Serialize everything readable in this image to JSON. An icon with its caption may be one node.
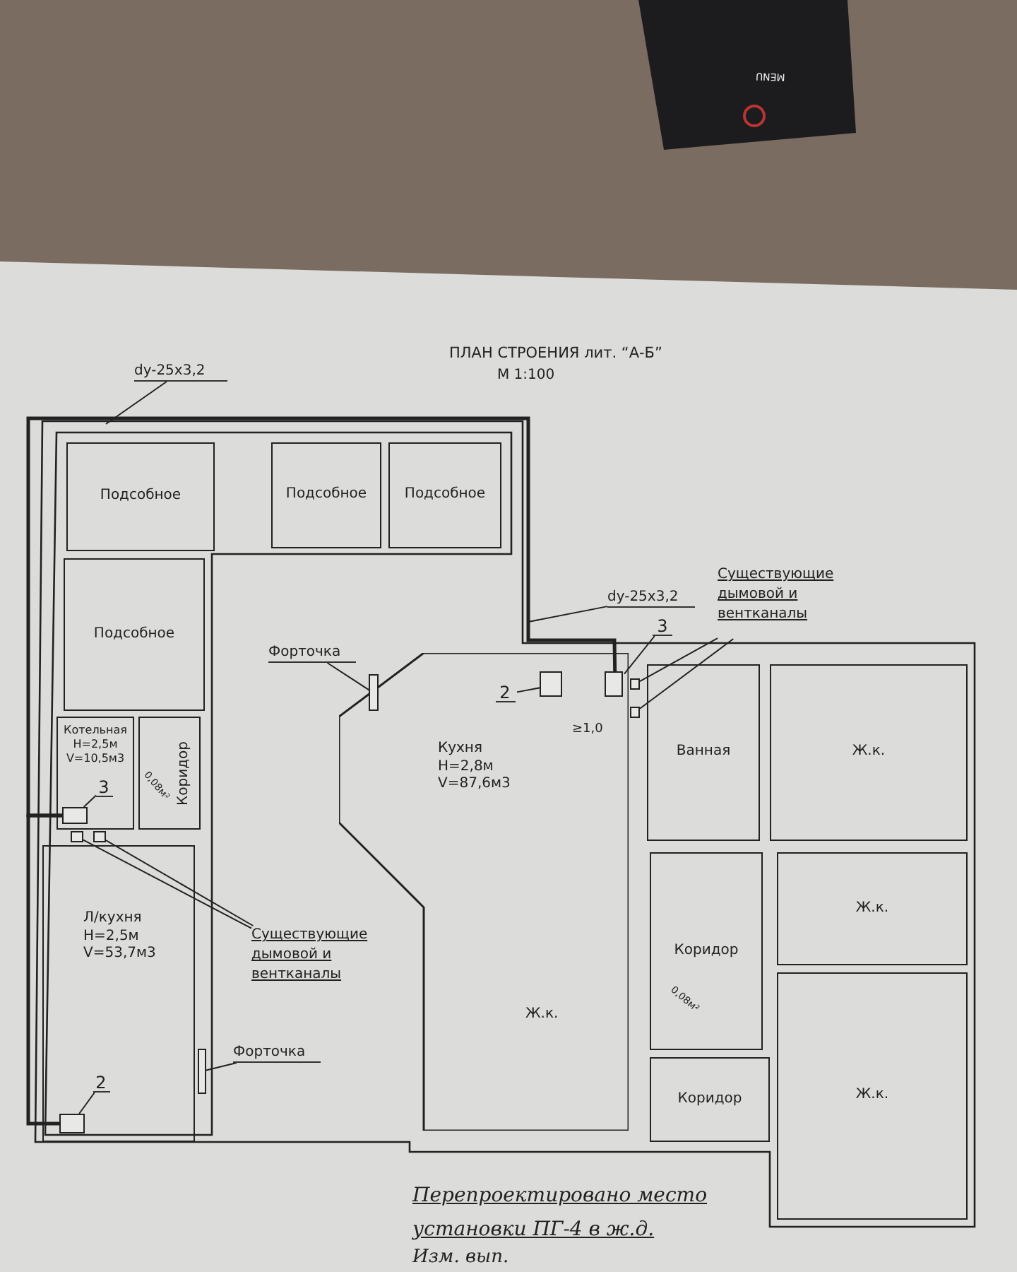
{
  "diagram": {
    "title": "ПЛАН СТРОЕНИЯ лит. “А-Б”",
    "nodes": [
      {
        "text": [
          "Подсобное"
        ]
      },
      {
        "text": [
          "Подсобное"
        ]
      },
      {
        "text": [
          "Подсобное"
        ]
      },
      {
        "text": [
          "dy-25x3,2"
        ]
      },
      {
        "text": [
          "Подсобное"
        ]
      },
      {
        "text": [
          "Существующие дымовой и вентканалы"
        ]
      },
      {
        "text": [
          "dy-25x3,2"
        ]
      },
      {
        "text": [
          "3"
        ]
      },
      {
        "text": [
          "Форточка"
        ]
      },
      {
        "text": [
          "2"
        ],
        "in": 10
      },
      {
        "text": [
          "Кухня",
          "H=2,8м",
          "V=87,6м3"
        ]
      },
      {
        "text": [],
        "shape": "box",
        "in": 10
      },
      {
        "text": [],
        "shape": "box",
        "in": 10
      },
      {
        "text": [],
        "shape": "box",
        "in": 10
      },
      {
        "text": [],
        "shape": "box"
      },
      {
        "text": [],
        "shape": "box"
      },
      {
        "text": [
          "Ванная"
        ]
      },
      {
        "text": [
          "Ж.к."
        ]
      },
      {
        "text": [
          "Котельная",
          "H=2,5м",
          "V=10,5м3"
        ]
      },
      {
        "text": [
          "Коридор"
        ]
      },
      {
        "text": [],
        "shape": "box",
        "in": 18
      },
      {
        "text": [
          "3"
        ],
        "in": 18
      },
      {
        "text": [],
        "shape": "box"
      },
      {
        "text": [],
        "shape": "box"
      },
      {
        "text": [
          "Л/кухня",
          "H=2,5м",
          "V=53,7м3"
        ]
      },
      {
        "text": [
          "Существующие дымовой и вентканалы"
        ]
      },
      {
        "text": [
          "Коридор"
        ]
      },
      {
        "text": [
          "Ж.к."
        ]
      },
      {
        "text": [
          "Форточка"
        ]
      },
      {
        "text": [],
        "shape": "box",
        "in": 24
      },
      {
        "text": [
          "2"
        ],
        "in": 24
      },
      {
        "text": [
          "Коридор"
        ]
      },
      {
        "text": [
          "Ж.к."
        ]
      },
      {
        "text": [],
        "shape": "box"
      }
    ],
    "edges": [
      {
        "from": 3,
        "to": null,
        "arrow": "none"
      },
      {
        "from": 6,
        "to": null,
        "arrow": "none"
      },
      {
        "from": 8,
        "to": 11,
        "arrow": "none"
      },
      {
        "from": 9,
        "to": 12,
        "arrow": "none"
      },
      {
        "from": 7,
        "to": 13,
        "arrow": "none"
      },
      {
        "from": 5,
        "to": 14,
        "arrow": "none"
      },
      {
        "from": 5,
        "to": 15,
        "arrow": "none"
      },
      {
        "from": 21,
        "to": 20,
        "arrow": "none"
      },
      {
        "from": 25,
        "to": 22,
        "arrow": "none"
      },
      {
        "from": 25,
        "to": 23,
        "arrow": "none"
      },
      {
        "from": 28,
        "to": 33,
        "arrow": "none"
      },
      {
        "from": 30,
        "to": 29,
        "arrow": "none"
      },
      {
        "from": 13,
        "to": 20,
        "arrow": "none",
        "style": "thick"
      },
      {
        "from": 20,
        "to": 29,
        "arrow": "none",
        "style": "thick"
      }
    ],
    "labels": [
      "М 1:100",
      "≥1,0",
      "0,08м²",
      "Ж.к.",
      "0,08м²",
      "Перепроектировано место установки ПГ-4 в ж.д.",
      "Изм. вып.",
      "MENU"
    ]
  }
}
